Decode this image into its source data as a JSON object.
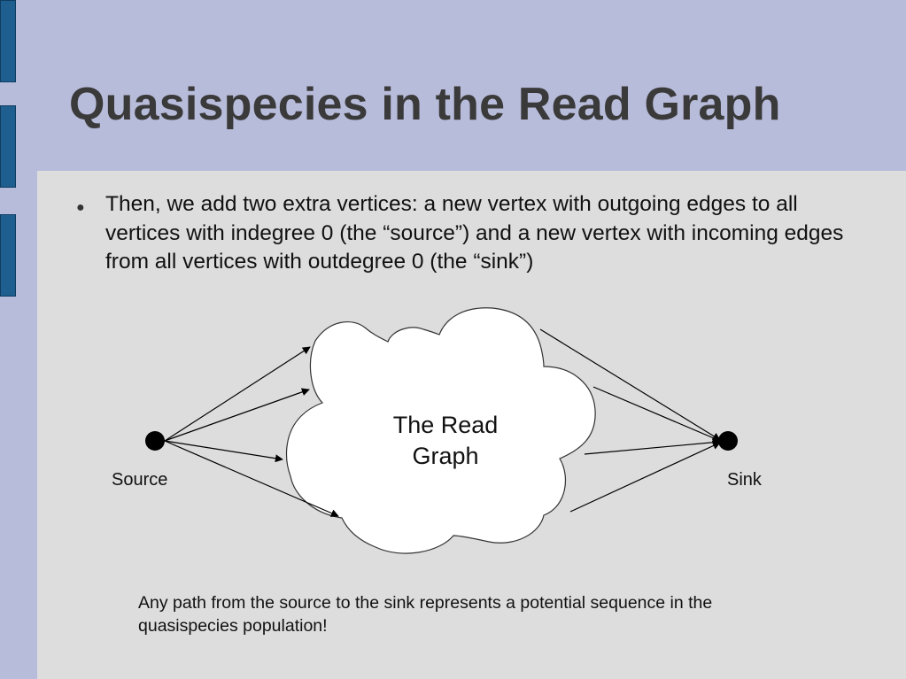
{
  "slide": {
    "title": "Quasispecies in the Read Graph",
    "bullet": "Then, we add two extra vertices: a new vertex with outgoing edges to all vertices with indegree 0 (the “source”) and a new vertex with incoming edges from all vertices with outdegree 0 (the “sink”)",
    "caption": "Any path from the source to the sink represents a potential sequence in the quasispecies population!"
  },
  "diagram": {
    "cloud_label_line1": "The Read",
    "cloud_label_line2": "Graph",
    "source_label": "Source",
    "sink_label": "Sink"
  }
}
